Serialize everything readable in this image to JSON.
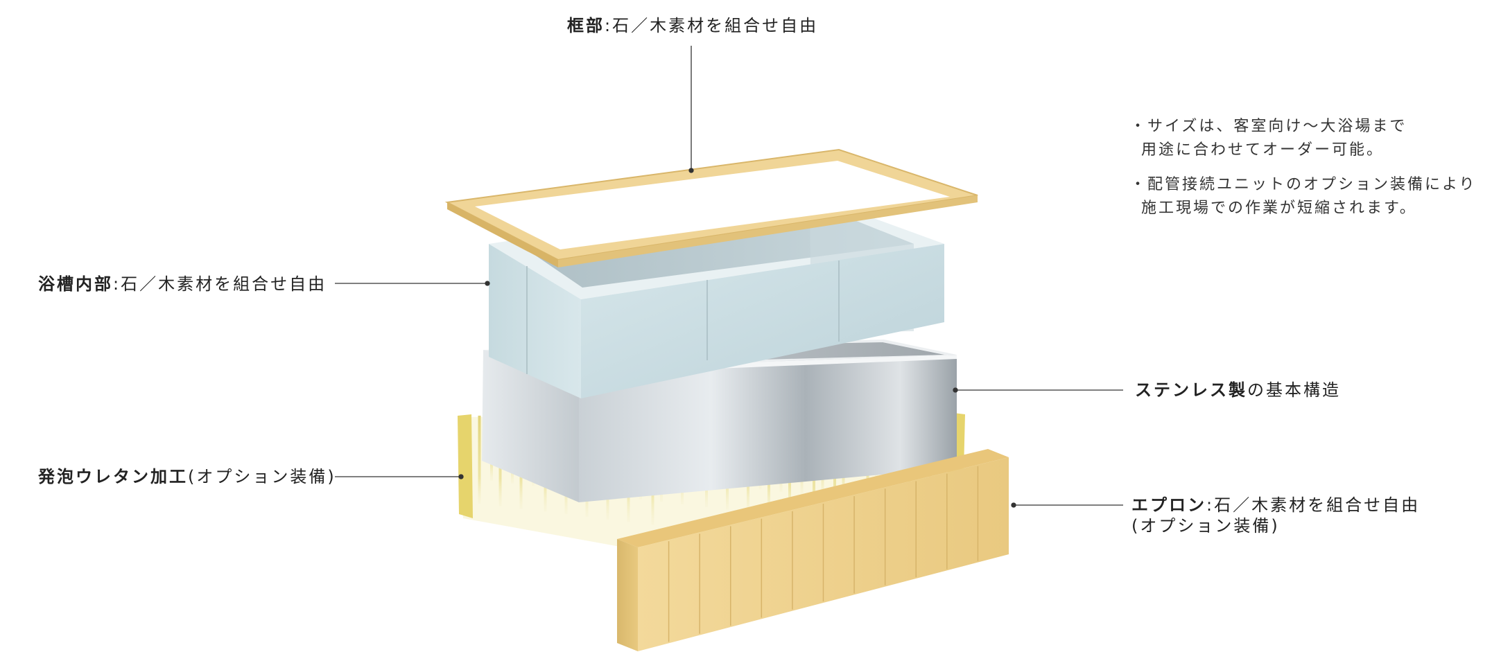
{
  "labels": {
    "frame": {
      "bold": "框部",
      "rest": ":石／木素材を組合せ自由"
    },
    "tub_interior": {
      "bold": "浴槽内部",
      "rest": ":石／木素材を組合せ自由"
    },
    "stainless": {
      "bold": "ステンレス製",
      "rest": "の基本構造"
    },
    "urethane": {
      "bold": "発泡ウレタン加工",
      "rest": "(オプション装備)"
    },
    "apron": {
      "bold": "エプロン",
      "rest": ":石／木素材を組合せ自由",
      "line2": "(オプション装備)"
    }
  },
  "notes": [
    {
      "line1": "・サイズは、客室向け〜大浴場まで",
      "line2": "用途に合わせてオーダー可能。"
    },
    {
      "line1": "・配管接続ユニットのオプション装備により",
      "line2": "施工現場での作業が短縮されます。"
    }
  ],
  "colors": {
    "frame_wood": "#edd08f",
    "stone": "#cfe0e6",
    "steel": "#b8c0c6",
    "urethane": "#e8dc86",
    "apron_wood": "#f0d596",
    "leader_line": "#333333"
  }
}
